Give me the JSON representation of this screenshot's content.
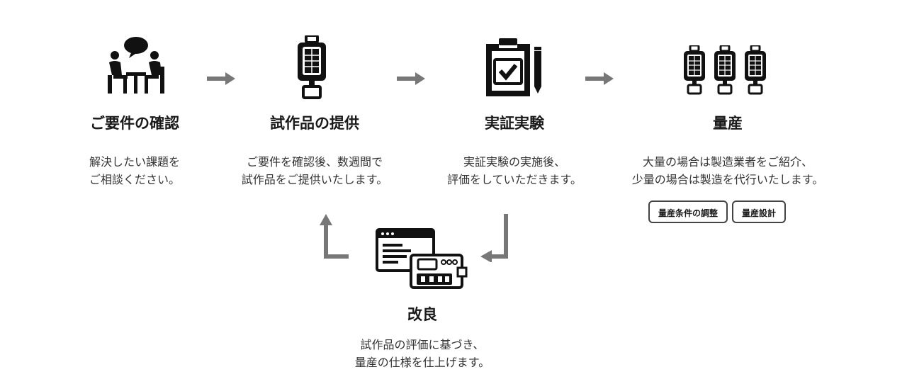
{
  "steps": [
    {
      "title": "ご要件の確認",
      "desc": [
        "解決したい課題を",
        "ご相談ください。"
      ],
      "icon": "consultation-icon"
    },
    {
      "title": "試作品の提供",
      "desc": [
        "ご要件を確認後、数週間で",
        "試作品をご提供いたします。"
      ],
      "icon": "device-icon"
    },
    {
      "title": "実証実験",
      "desc": [
        "実証実験の実施後、",
        "評価をしていただきます。"
      ],
      "icon": "clipboard-check-icon"
    },
    {
      "title": "量産",
      "desc": [
        "大量の場合は製造業者をご紹介、",
        "少量の場合は製造を代行いたします。"
      ],
      "icon": "devices-icon",
      "tags": [
        "量産条件の調整",
        "量産設計"
      ]
    }
  ],
  "improve": {
    "title": "改良",
    "desc": [
      "試作品の評価に基づき、",
      "量産の仕様を仕上げます。"
    ],
    "icon": "software-hardware-icon"
  },
  "colors": {
    "text": "#1a1a1a",
    "arrow": "#777777"
  }
}
